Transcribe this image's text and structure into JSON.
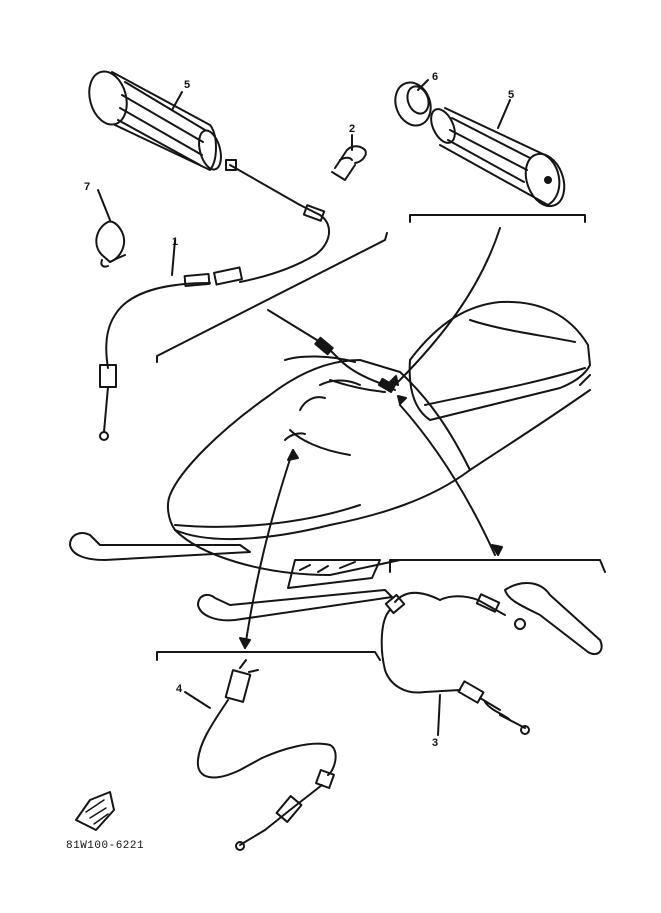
{
  "diagram": {
    "callouts": {
      "throttle_cable": "1",
      "clip": "2",
      "brake_cable": "3",
      "choke_cable": "4",
      "grip_left": "5",
      "grip_right": "5",
      "grip_end": "6",
      "wire_band": "7"
    },
    "part_code": "81W100-6221"
  }
}
